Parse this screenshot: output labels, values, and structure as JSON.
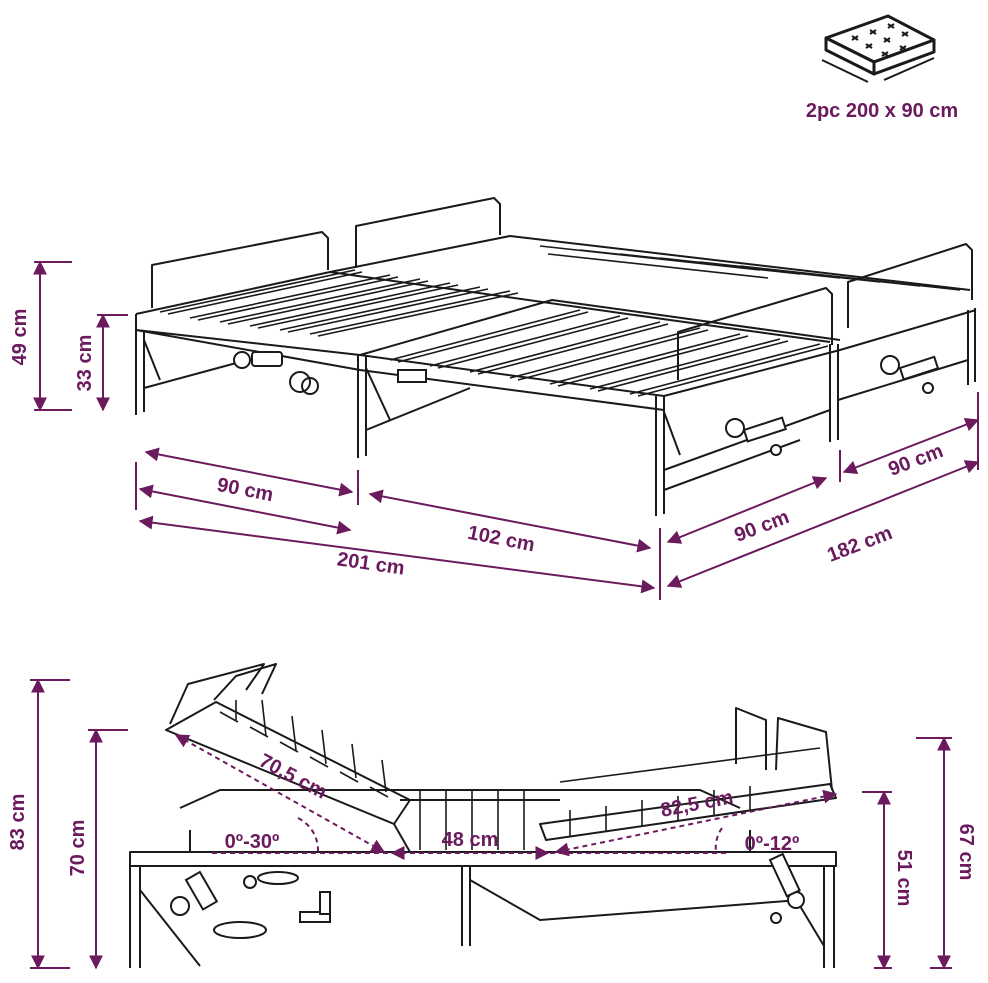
{
  "colors": {
    "accent": "#6b1a5e",
    "line": "#1a1a1a",
    "frame_fill": "#ffffff"
  },
  "mattress": {
    "icon": "mattress-icon",
    "label": "2pc 200 x 90 cm"
  },
  "top_view": {
    "height_total": "49 cm",
    "height_frame": "33 cm",
    "width_left": "90 cm",
    "mid_length": "102 cm",
    "length_total": "201 cm",
    "depth_front": "90 cm",
    "depth_right": "90 cm",
    "width_total": "182 cm"
  },
  "side_view": {
    "height_total": "83 cm",
    "height_head": "70 cm",
    "head_section": "70,5 cm",
    "head_angle": "0º-30º",
    "mid_section": "48 cm",
    "foot_section": "82,5 cm",
    "foot_angle": "0º-12º",
    "height_foot_inner": "51 cm",
    "height_foot_outer": "67 cm"
  }
}
